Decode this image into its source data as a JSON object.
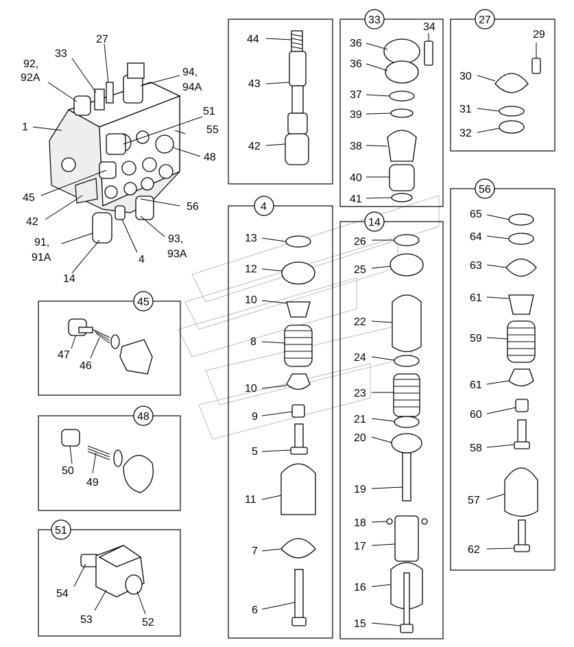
{
  "title": "",
  "callouts": {
    "main": [
      "92,",
      "92A",
      "33",
      "27",
      "94,",
      "94A",
      "1",
      "51",
      "55",
      "48",
      "45",
      "42",
      "56",
      "91,",
      "91A",
      "93,",
      "93A",
      "4",
      "14"
    ],
    "group44": [
      "44",
      "43",
      "42"
    ],
    "group33": [
      "33",
      "34",
      "36",
      "36",
      "37",
      "39",
      "38",
      "40",
      "41"
    ],
    "group27": [
      "27",
      "29",
      "30",
      "31",
      "32"
    ],
    "group4": [
      "4",
      "13",
      "12",
      "10",
      "8",
      "10",
      "9",
      "5",
      "11",
      "7",
      "6"
    ],
    "group14": [
      "14",
      "26",
      "25",
      "22",
      "24",
      "23",
      "21",
      "20",
      "19",
      "18",
      "17",
      "16",
      "15"
    ],
    "group56": [
      "56",
      "65",
      "64",
      "63",
      "61",
      "59",
      "61",
      "60",
      "58",
      "57",
      "62"
    ],
    "group45": [
      "45",
      "47",
      "46"
    ],
    "group48": [
      "48",
      "50",
      "49"
    ],
    "group51": [
      "51",
      "54",
      "53",
      "52"
    ]
  }
}
